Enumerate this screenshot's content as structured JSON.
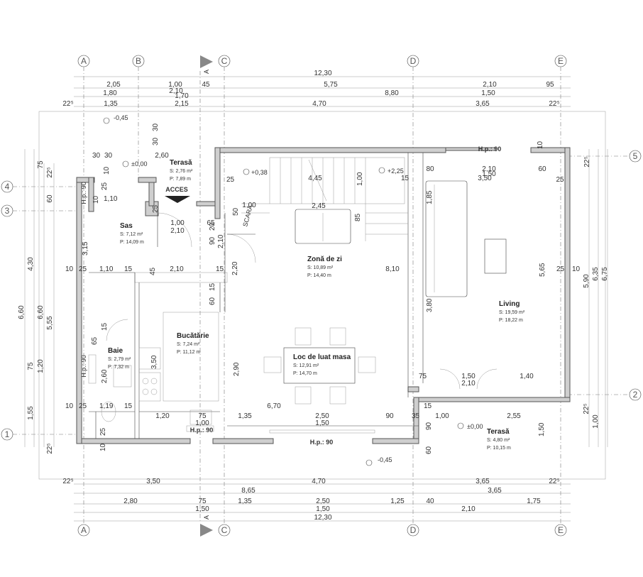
{
  "grid": {
    "columns": [
      "A",
      "B",
      "C",
      "D",
      "E"
    ],
    "rows": [
      "1",
      "2",
      "3",
      "4",
      "5"
    ]
  },
  "section_marker": "A",
  "entrance_label": "ACCES",
  "window_label": "H.p.: 90",
  "rooms": [
    {
      "key": "terasa_n",
      "name": "Terasă",
      "area": "S: 2,76 m²",
      "perimeter": "P: 7,89 m"
    },
    {
      "key": "sas",
      "name": "Sas",
      "area": "S: 7,12 m²",
      "perimeter": "P: 14,09 m"
    },
    {
      "key": "zona",
      "name": "Zonă de zi",
      "area": "S: 10,89 m²",
      "perimeter": "P: 14,40 m"
    },
    {
      "key": "living",
      "name": "Living",
      "area": "S: 19,59 m²",
      "perimeter": "P: 18,22 m"
    },
    {
      "key": "bucatarie",
      "name": "Bucătărie",
      "area": "S: 7,24 m²",
      "perimeter": "P: 11,12 m"
    },
    {
      "key": "baie",
      "name": "Baie",
      "area": "S: 2,79 m²",
      "perimeter": "P: 7,32 m"
    },
    {
      "key": "masa",
      "name": "Loc de luat masa",
      "area": "S: 12,91 m²",
      "perimeter": "P: 14,70 m"
    },
    {
      "key": "terasa_s",
      "name": "Terasă",
      "area": "S: 4,80 m²",
      "perimeter": "P: 10,15 m"
    }
  ],
  "levels": [
    "±0,00",
    "+0,38",
    "+2,25",
    "-0,45",
    "-0,45",
    "±0,00"
  ],
  "top_dims": {
    "total": "12,30",
    "row1": [
      "2,05",
      "1,00",
      "45",
      "5,75",
      "2,10",
      "95"
    ],
    "row2": [
      "1,80",
      "2,10",
      "1,70",
      "8,80",
      "1,50"
    ],
    "row3": [
      "22⁵",
      "1,35",
      "2,15",
      "4,70",
      "3,65",
      "22⁵"
    ]
  },
  "bottom_dims": {
    "row1": [
      "22⁵",
      "3,50",
      "4,70",
      "3,65",
      "22⁵"
    ],
    "row2": [
      "8,65",
      "3,65"
    ],
    "row3": [
      "2,80",
      "75",
      "1,35",
      "2,50",
      "1,25",
      "40",
      "1,75"
    ],
    "row4": [
      "1,50",
      "1,50",
      "2,10"
    ],
    "total": "12,30"
  },
  "left_dims": [
    "75",
    "22⁵",
    "60",
    "4,30",
    "6,60",
    "6,60",
    "5,55",
    "75",
    "1,20",
    "1,55",
    "22⁵"
  ],
  "right_dims": [
    "22⁵",
    "5,90",
    "6,35",
    "6,75",
    "22⁵",
    "1,00"
  ],
  "interior_dims": [
    "30",
    "30",
    "2,60",
    "30",
    "30",
    "10",
    "25",
    "10",
    "1,10",
    "1,00",
    "2,10",
    "65",
    "25",
    "25",
    "1,00",
    "2,45",
    "4,45",
    "1,00",
    "15",
    "2,10",
    "80",
    "3,50",
    "1,50",
    "60",
    "25",
    "10",
    "1,85",
    "85",
    "50",
    "90",
    "20",
    "2,10",
    "10",
    "25",
    "1,10",
    "15",
    "45",
    "2,10",
    "15",
    "2,20",
    "8,10",
    "25",
    "10",
    "3,15",
    "60",
    "15",
    "5,65",
    "3,80",
    "15",
    "65",
    "3,50",
    "2,60",
    "2,90",
    "75",
    "1,50",
    "1,40",
    "2,10",
    "10",
    "25",
    "1,19",
    "15",
    "1,20",
    "75",
    "1,35",
    "6,70",
    "2,50",
    "90",
    "1,00",
    "2,55",
    "35",
    "10",
    "25",
    "15",
    "1,50",
    "90",
    "60",
    "1,50",
    "1,00"
  ],
  "stair_labels": [
    "SCARA",
    "1,00",
    "25"
  ]
}
